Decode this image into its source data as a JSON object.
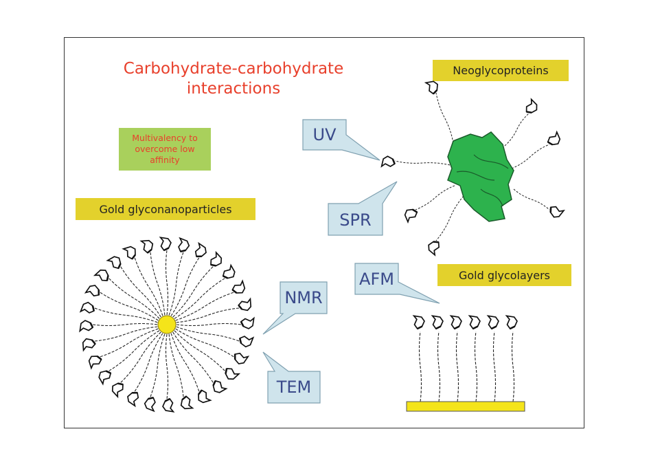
{
  "title": "Carbohydrate-carbohydrate interactions",
  "labels": {
    "neoglycoproteins": "Neoglycoproteins",
    "gold_glyconanoparticles": "Gold glyconanoparticles",
    "gold_glycolayers": "Gold glycolayers",
    "multivalency": "Multivalency to overcome low affinity"
  },
  "techniques": {
    "uv": "UV",
    "spr": "SPR",
    "nmr": "NMR",
    "tem": "TEM",
    "afm": "AFM"
  },
  "colors": {
    "title": "#e8402c",
    "label_bg": "#e3d12c",
    "multivalency_bg": "#a9d05c",
    "callout_bg": "#cfe4ec",
    "callout_text": "#3a4a8a",
    "protein": "#2db24d",
    "gold": "#f4e41a"
  }
}
